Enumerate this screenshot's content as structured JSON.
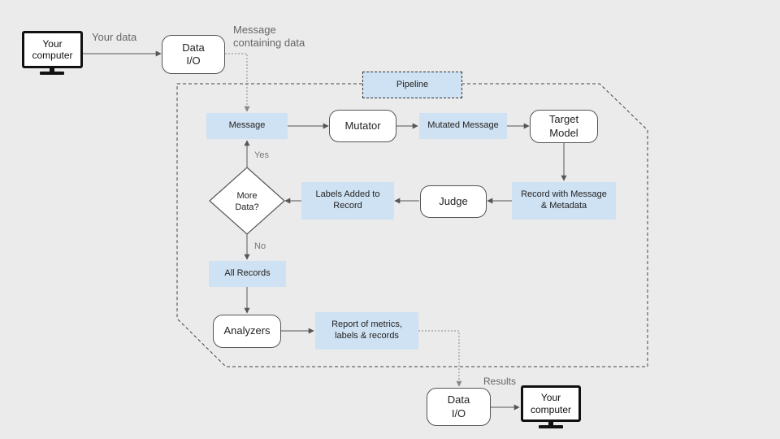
{
  "top": {
    "computer_label": "Your computer",
    "your_data_label": "Your data",
    "data_io_label": "Data I/O",
    "message_containing_data_label": "Message containing data"
  },
  "pipeline": {
    "title": "Pipeline",
    "message": "Message",
    "mutator": "Mutator",
    "mutated_message": "Mutated Message",
    "target_model": "Target Model",
    "record_with_message": "Record with Message & Metadata",
    "judge": "Judge",
    "labels_added": "Labels Added to Record",
    "decision": "More Data?",
    "yes_label": "Yes",
    "no_label": "No",
    "all_records": "All Records",
    "analyzers": "Analyzers",
    "report": "Report of metrics, labels & records"
  },
  "bottom": {
    "results_label": "Results",
    "data_io_label": "Data I/O",
    "computer_label": "Your computer"
  },
  "colors": {
    "background": "#ebebeb",
    "process_fill": "#cfe2f3",
    "line": "#555555"
  }
}
